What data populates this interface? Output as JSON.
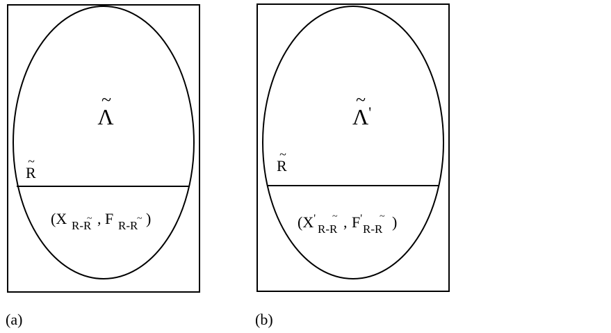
{
  "panels": [
    {
      "caption": "(a)",
      "lambda_symbol": "Λ",
      "lambda_prime": "",
      "r_label": "R",
      "pair": {
        "open": "(X",
        "x_prime": "",
        "sub1": "R-R",
        "comma": ",",
        "f": "F",
        "f_prime": "",
        "sub2": "R-R",
        "close": ")"
      }
    },
    {
      "caption": "(b)",
      "lambda_symbol": "Λ",
      "lambda_prime": "'",
      "r_label": "R",
      "pair": {
        "open": "(X",
        "x_prime": "'",
        "sub1": "R-R",
        "comma": ",",
        "f": "F",
        "f_prime": "'",
        "sub2": "R-R",
        "close": ")"
      }
    }
  ],
  "colors": {
    "stroke": "#000000",
    "background": "#ffffff"
  }
}
